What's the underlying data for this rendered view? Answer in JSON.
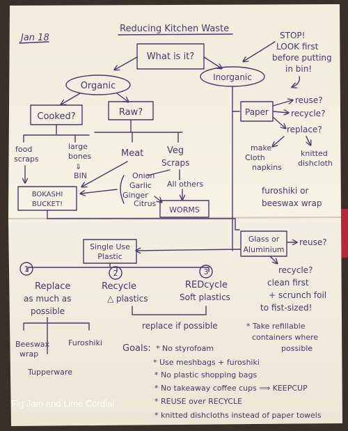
{
  "date": "Jan 18",
  "title": "Reducing Kitchen Waste",
  "question": "What is it?",
  "stop_note": [
    "STOP!",
    "LOOK first",
    "before putting",
    "in bin!"
  ],
  "organic": "Organic",
  "inorganic": "Inorganic",
  "cooked": "Cooked?",
  "raw": "Raw?",
  "food_scraps": [
    "food",
    "scraps"
  ],
  "large_bones": [
    "large",
    "bones"
  ],
  "bin_arrow": "⇓",
  "bin": "BIN",
  "meat": "Meat",
  "veg": "Veg",
  "scraps": "Scraps",
  "onion_garlic": [
    "Onion",
    "Garlic",
    "Ginger",
    "Citrus"
  ],
  "all_others": "All others",
  "bokashi": [
    "BOKASHI",
    "BUCKET!"
  ],
  "worms": "WORMS",
  "paper": "Paper",
  "paper_options": [
    "reuse?",
    "recycle?",
    "replace?"
  ],
  "make_cloth": [
    "make",
    "Cloth",
    "napkins"
  ],
  "knitted": [
    "knitted",
    "dishcloth"
  ],
  "furoshiki_wrap": [
    "furoshiki or",
    "beeswax wrap"
  ],
  "glass": [
    "Glass or",
    "Aluminium"
  ],
  "glass_reuse": "reuse?",
  "glass_recycle": [
    "recycle?",
    "clean first",
    "+ scrunch foil",
    "to fist-sized!"
  ],
  "single_use": [
    "Single Use",
    "Plastic"
  ],
  "n1": "1",
  "n2": "2",
  "n3": "3",
  "replace": [
    "Replace",
    "as much as",
    "possible"
  ],
  "recycle": [
    "Recycle",
    "△ plastics"
  ],
  "redcycle": [
    "REDcycle",
    "Soft plastics"
  ],
  "replace_possible": "replace if possible",
  "beeswax": [
    "Beeswax",
    "wrap"
  ],
  "furoshiki": "Furoshiki",
  "tupperware": "Tupperware",
  "refillable": [
    "* Take refillable",
    "containers where",
    "possible"
  ],
  "goals_label": "Goals:",
  "goals": [
    "* No styrofoam",
    "* Use meshbags + furoshiki",
    "* No plastic shopping bags",
    "* No takeaway coffee cups ⟹ KEEPCUP",
    "* REUSE over RECYCLE",
    "* knitted dishcloths instead of paper towels"
  ],
  "caption": "Fig Jam and Lime Cordial",
  "colors": {
    "ink": "#4b3670",
    "paper": "#f4efdf",
    "background": "#3b2f2a",
    "bookmark": "#b8263a",
    "caption": "#ffffff"
  }
}
